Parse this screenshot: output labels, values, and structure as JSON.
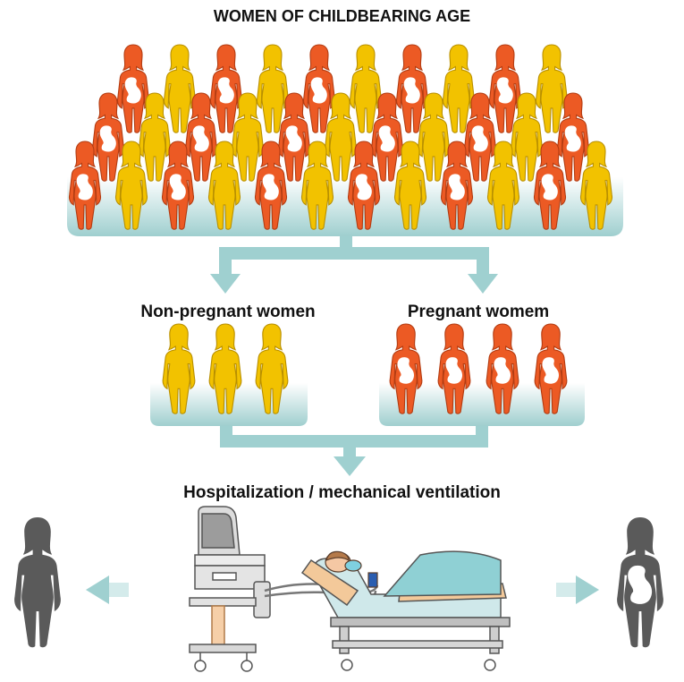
{
  "diagram": {
    "title": "WOMEN OF CHILDBEARING AGE",
    "left_group_label": "Non-pregnant women",
    "right_group_label": "Pregnant womem",
    "outcome_label": "Hospitalization / mechanical ventilation"
  },
  "colors": {
    "non_pregnant": "#f2c200",
    "non_pregnant_stroke": "#b88f00",
    "pregnant": "#ec5a24",
    "pregnant_stroke": "#b23c12",
    "platform": "#a5d2d2",
    "arrow": "#9fd0d0",
    "silhouette": "#5a5a5a"
  },
  "icons": {
    "woman": "woman-figure-icon",
    "pregnant_woman": "pregnant-woman-figure-icon",
    "ventilator": "ventilator-icon",
    "hospital_bed": "hospital-bed-icon"
  }
}
